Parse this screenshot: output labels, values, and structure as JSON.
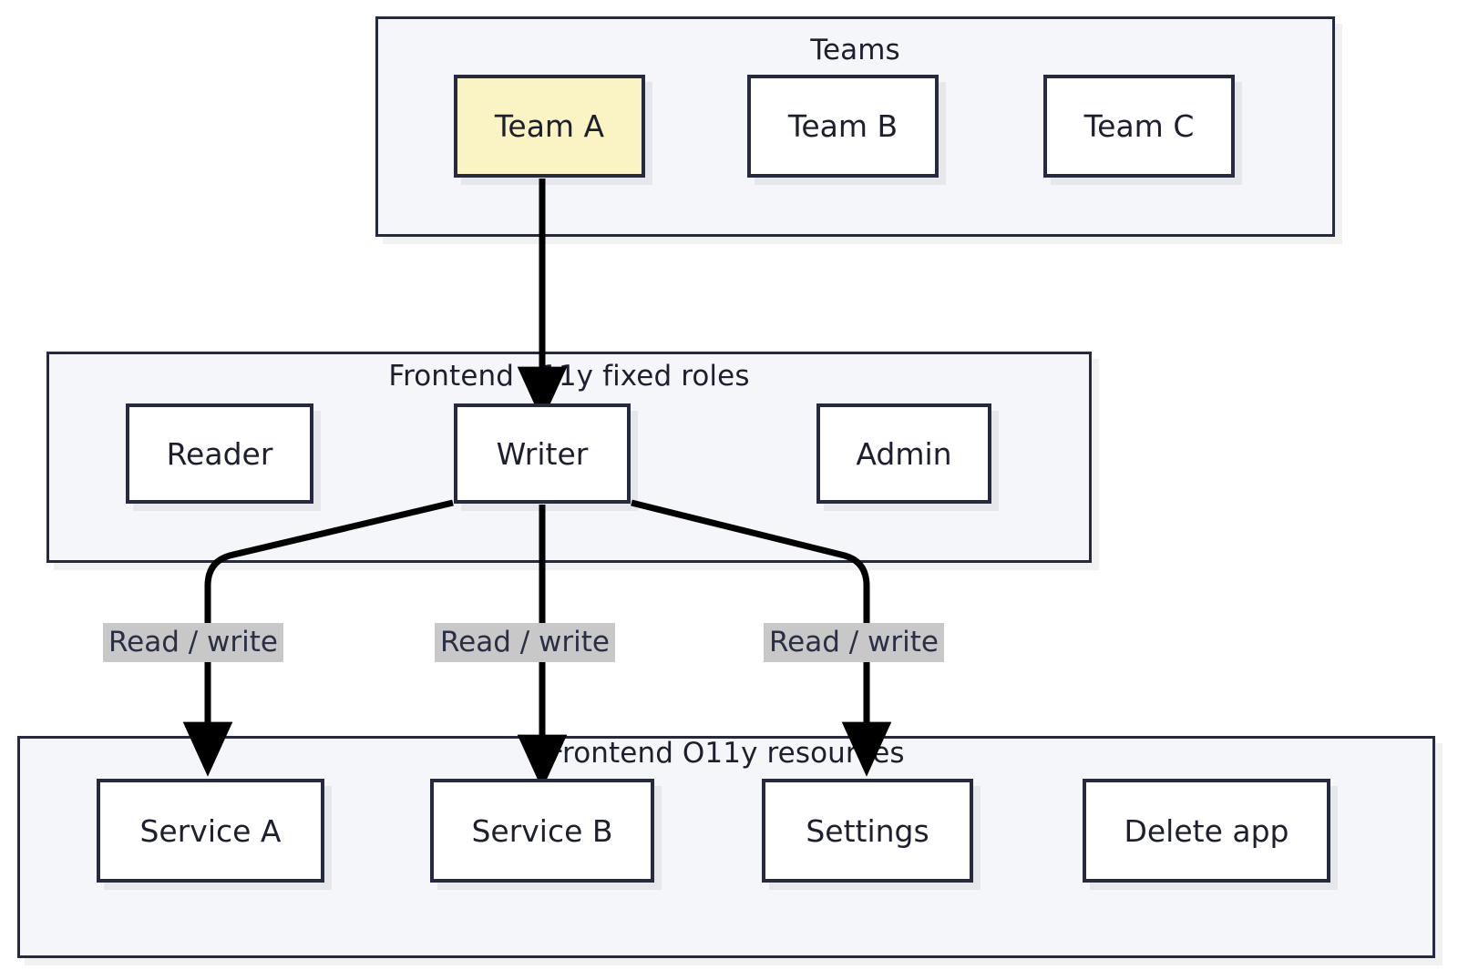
{
  "diagram": {
    "clusters": [
      {
        "id": "teams",
        "title": "Teams"
      },
      {
        "id": "roles",
        "title": "Frontend o11y fixed roles"
      },
      {
        "id": "resources",
        "title": "Frontend O11y resources"
      }
    ],
    "nodes": {
      "team_a": "Team A",
      "team_b": "Team B",
      "team_c": "Team C",
      "reader": "Reader",
      "writer": "Writer",
      "admin": "Admin",
      "service_a": "Service A",
      "service_b": "Service B",
      "settings": "Settings",
      "delete_app": "Delete app"
    },
    "edge_labels": {
      "writer_to_service_a": "Read / write",
      "writer_to_service_b": "Read / write",
      "writer_to_settings": "Read / write"
    },
    "colors": {
      "node_border": "#262a41",
      "node_fill": "#ffffff",
      "highlight_fill": "#faf3c3",
      "cluster_fill": "#f5f6fa",
      "edge_stroke": "#000000",
      "edge_label_bg": "#c8c8c8",
      "text": "#1d1f2e",
      "page_bg": "#ffffff"
    }
  }
}
